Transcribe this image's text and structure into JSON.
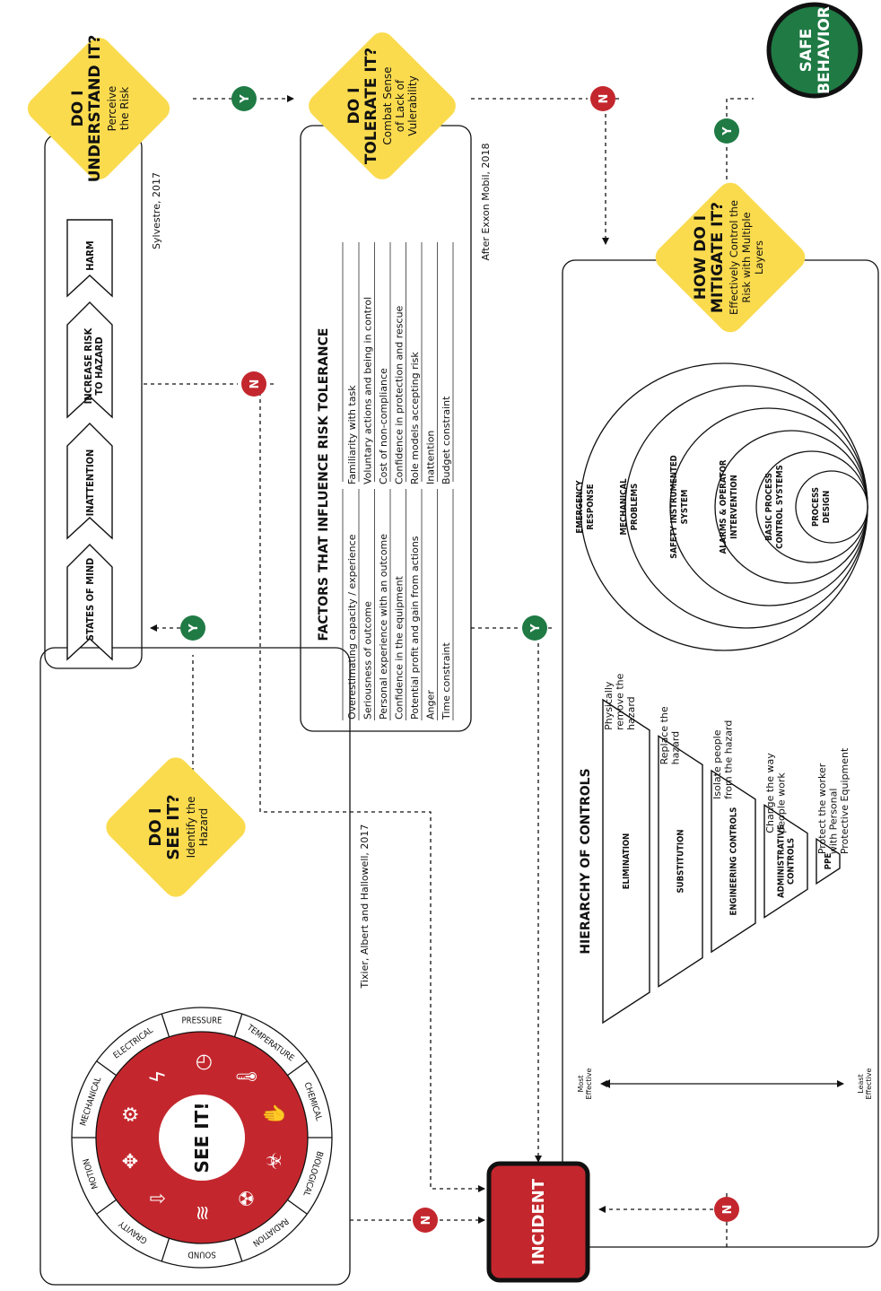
{
  "decisions": {
    "see": {
      "title_line1": "DO I",
      "title_line2": "SEE IT?",
      "subtitle_line1": "Identify the",
      "subtitle_line2": "Hazard"
    },
    "understand": {
      "title_line1": "DO I",
      "title_line2": "UNDERSTAND IT?",
      "subtitle_line1": "Perceive",
      "subtitle_line2": "the Risk"
    },
    "tolerate": {
      "title_line1": "DO I",
      "title_line2": "TOLERATE IT?",
      "subtitle_line1": "Combat Sense",
      "subtitle_line2": "of Lack of",
      "subtitle_line3": "Vulerability"
    },
    "mitigate": {
      "title_line1": "HOW DO I",
      "title_line2": "MITIGATE IT?",
      "subtitle_line1": "Effectively Control the",
      "subtitle_line2": "Risk with Multiple",
      "subtitle_line3": "Layers"
    }
  },
  "outcomes": {
    "safe_line1": "SAFE",
    "safe_line2": "BEHAVIOR",
    "incident": "INCIDENT"
  },
  "answers": {
    "yes": "Y",
    "no": "N"
  },
  "citations": {
    "see": "Tixier, Albert and Hallowell, 2017",
    "understand": "Sylvestre, 2017",
    "tolerate": "After Exxon Mobil, 2018"
  },
  "hazard_wheel": {
    "center": "SEE IT!",
    "energies": [
      "PRESSURE",
      "TEMPERATURE",
      "CHEMICAL",
      "BIOLOGICAL",
      "RADIATION",
      "SOUND",
      "GRAVITY",
      "MOTION",
      "MECHANICAL",
      "ELECTRICAL"
    ],
    "icons": [
      "gauge-icon",
      "thermometer-icon",
      "chemical-hand-icon",
      "biohazard-icon",
      "radiation-icon",
      "sound-wave-icon",
      "gravity-icon",
      "motion-arrows-icon",
      "gears-icon",
      "lightning-icon"
    ],
    "accent_color": "#c3272d"
  },
  "states_of_mind": [
    "STATES OF MIND",
    "INATTENTION",
    "INCREASE RISK",
    "TO HAZARD",
    "HARM"
  ],
  "risk_tolerance": {
    "title": "FACTORS THAT INFLUENCE RISK TOLERANCE",
    "left": [
      "Overestimating capacity / experience",
      "Seriousness of outcome",
      "Personal experience with an outcome",
      "Confidence in the equipment",
      "Potential profit and gain from actions",
      "Anger",
      "Time constraint"
    ],
    "right": [
      "Familiarity with task",
      "Voluntary actions and being in control",
      "Cost of non-compliance",
      "Confidence in protection and rescue",
      "Role models accepting risk",
      "Inattention",
      "Budget constraint"
    ]
  },
  "layers_of_protection": [
    [
      "EMERGENCY",
      "RESPONSE"
    ],
    [
      "MECHANICAL",
      "PROBLEMS"
    ],
    [
      "SAFETY INSTRUMENTED",
      "SYSTEM"
    ],
    [
      "ALARMS & OPERATOR",
      "INTERVENTION"
    ],
    [
      "BASIC PROCESS",
      "CONTROL SYSTEMS"
    ],
    [
      "PROCESS",
      "DESIGN"
    ]
  ],
  "hierarchy_of_controls": {
    "title": "HIERARCHY OF CONTROLS",
    "most": [
      "Most",
      "Effective"
    ],
    "least": [
      "Least",
      "Effective"
    ],
    "levels": [
      {
        "name": [
          "ELIMINATION"
        ],
        "desc": [
          "Physically",
          "remove the",
          "hazard"
        ]
      },
      {
        "name": [
          "SUBSTITUTION"
        ],
        "desc": [
          "Replace the",
          "hazard"
        ]
      },
      {
        "name": [
          "ENGINEERING CONTROLS"
        ],
        "desc": [
          "Isolate people",
          "from the hazard"
        ]
      },
      {
        "name": [
          "ADMINISTRATIVE",
          "CONTROLS"
        ],
        "desc": [
          "Change the way",
          "people work"
        ]
      },
      {
        "name": [
          "PPE"
        ],
        "desc": [
          "Protect the worker",
          "with Personal",
          "Protective Equipment"
        ]
      }
    ]
  },
  "colors": {
    "yellow": "#fbdb4e",
    "red": "#c3272d",
    "green": "#1f7a44",
    "dark": "#111111"
  }
}
